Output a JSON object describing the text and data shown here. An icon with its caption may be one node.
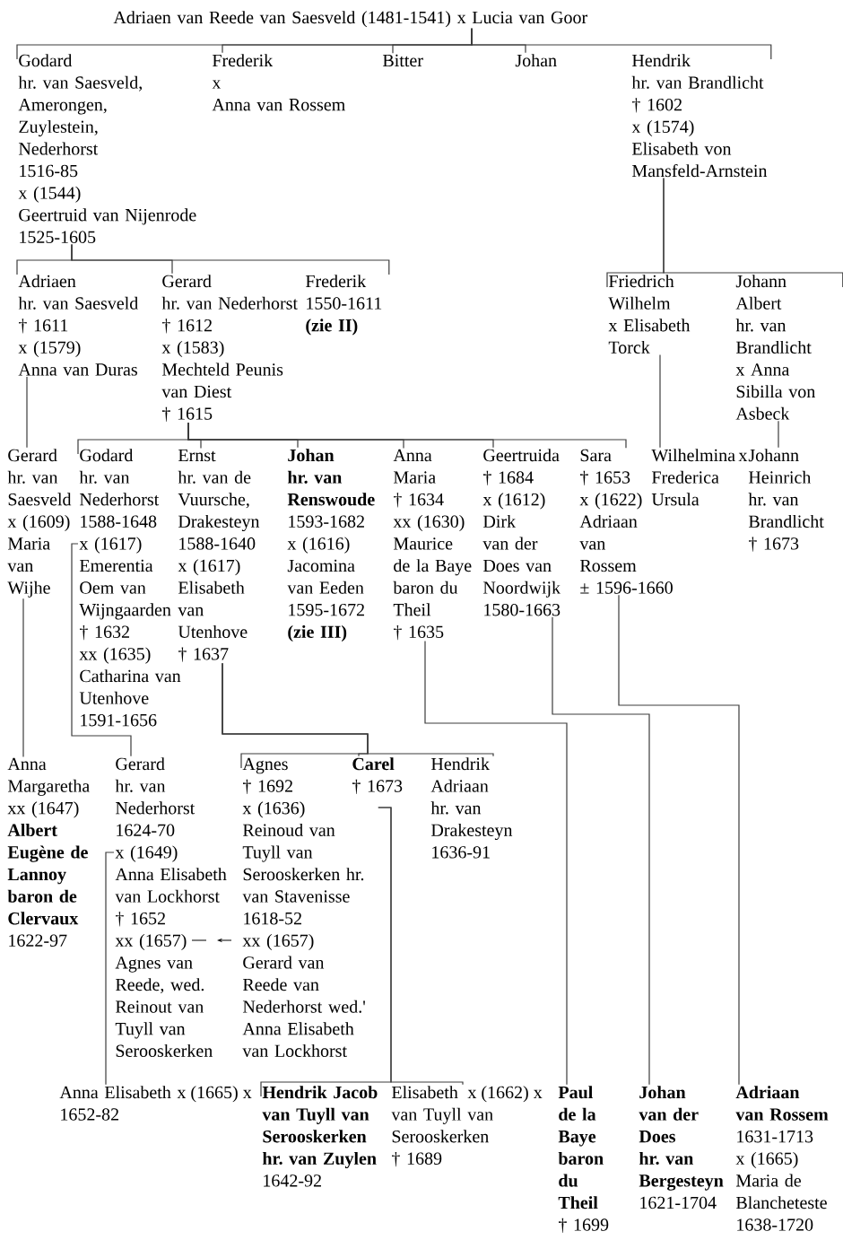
{
  "diagram": {
    "nodes": [
      {
        "text": [
          "Adriaen van Reede van Saesveld (1481-1541) x Lucia van Goor"
        ]
      },
      {
        "text": [
          "Godard",
          "hr. van Saesveld, Amerongen, Zuylestein, Nederhorst",
          "1516-85",
          "x (1544)",
          "Geertruid van Nijenrode",
          "1525-1605"
        ]
      },
      {
        "text": [
          "Frederik",
          "x",
          "Anna van Rossem"
        ]
      },
      {
        "text": [
          "Bitter"
        ]
      },
      {
        "text": [
          "Johan"
        ]
      },
      {
        "text": [
          "Hendrik",
          "hr. van Brandlicht",
          "† 1602",
          "x (1574)",
          "Elisabeth von Mansfeld-Arnstein"
        ]
      },
      {
        "text": [
          "Adriaen",
          "hr. van Saesveld",
          "† 1611",
          "x (1579)",
          "Anna van Duras"
        ]
      },
      {
        "text": [
          "Gerard",
          "hr. van Nederhorst",
          "† 1612",
          "x (1583)",
          "Mechteld Peunis van Diest",
          "† 1615"
        ]
      },
      {
        "text": [
          "Frederik",
          "1550-1611",
          "**(zie II)**"
        ]
      },
      {
        "text": [
          "Friedrich Wilhelm",
          "x Elisabeth Torck"
        ]
      },
      {
        "text": [
          "Johann Albert",
          "hr. van Brandlicht",
          "x Anna Sibilla von Asbeck"
        ]
      },
      {
        "text": [
          "Gerard",
          "hr. van Saesveld",
          "x (1609)",
          "Maria van Wijhe"
        ]
      },
      {
        "text": [
          "Godard",
          "hr. van Nederhorst",
          "1588-1648",
          "x (1617)",
          "Emerentia Oem van Wijngaarden",
          "† 1632",
          "xx (1635)",
          "Catharina van Utenhove",
          "1591-1656"
        ]
      },
      {
        "text": [
          "Ernst",
          "hr. van de Vuursche, Drakesteyn",
          "1588-1640",
          "x (1617)",
          "Elisabeth van Utenhove",
          "† 1637"
        ]
      },
      {
        "text": [
          "**Johan**",
          "**hr. van Renswoude**",
          "1593-1682",
          "x (1616)",
          "Jacomina van Eeden",
          "1595-1672",
          "**(zie III)**"
        ]
      },
      {
        "text": [
          "Anna Maria",
          "† 1634",
          "xx (1630)",
          "Maurice de la Baye baron du Theil",
          "† 1635"
        ]
      },
      {
        "text": [
          "Geertruida",
          "† 1684",
          "x (1612)",
          "Dirk van der Does van Noordwijk",
          "1580-1663"
        ]
      },
      {
        "text": [
          "Sara",
          "† 1653",
          "x (1622)",
          "Adriaan van Rossem",
          "± 1596-1660"
        ]
      },
      {
        "text": [
          "Wilhelmina Frederica Ursula"
        ]
      },
      {
        "text": [
          "Johann Heinrich",
          "hr. van Brandlicht",
          "† 1673"
        ]
      },
      {
        "text": [
          "Anna Margaretha",
          "xx (1647)",
          "**Albert Eugène de Lannoy baron de Clervaux**",
          "1622-97"
        ]
      },
      {
        "text": [
          "Gerard",
          "hr. van Nederhorst",
          "1624-70",
          "x (1649)",
          "Anna Elisabeth van Lockhorst",
          "† 1652",
          "xx (1657)",
          "Agnes van Reede, wed. Reinout van Tuyll van Serooskerken"
        ]
      },
      {
        "text": [
          "Agnes",
          "† 1692",
          "x (1636)",
          "Reinoud van Tuyll van Serooskerken hr. van Stavenisse",
          "1618-52",
          "xx (1657)",
          "Gerard van Reede van Nederhorst wed.' Anna Elisabeth van Lockhorst"
        ]
      },
      {
        "text": [
          "**Carel**",
          "† 1673"
        ]
      },
      {
        "text": [
          "Hendrik Adriaan",
          "hr. van Drakesteyn",
          "1636-91"
        ]
      },
      {
        "text": [
          "Anna Elisabeth",
          "1652-82"
        ]
      },
      {
        "text": [
          "**Hendrik Jacob van Tuyll van Serooskerken hr. van Zuylen**",
          "1642-92"
        ]
      },
      {
        "text": [
          "Elisabeth",
          "van Tuyll van Serooskerken",
          "† 1689"
        ]
      },
      {
        "text": [
          "**Paul de la Baye baron du Theil**",
          "† 1699"
        ]
      },
      {
        "text": [
          "**Johan van der Does**",
          "**hr. van Bergesteyn**",
          "1621-1704"
        ]
      },
      {
        "text": [
          "**Adriaan van Rossem**",
          "1631-1713",
          "x (1665)",
          "Maria de Blancheteste",
          "1638-1720"
        ]
      }
    ],
    "edges": [
      {
        "from": 0,
        "to": 1,
        "arrow": "none"
      },
      {
        "from": 0,
        "to": 2,
        "arrow": "none"
      },
      {
        "from": 0,
        "to": 3,
        "arrow": "none"
      },
      {
        "from": 0,
        "to": 4,
        "arrow": "none"
      },
      {
        "from": 0,
        "to": 5,
        "arrow": "none"
      },
      {
        "from": 1,
        "to": 6,
        "arrow": "none"
      },
      {
        "from": 1,
        "to": 7,
        "arrow": "none"
      },
      {
        "from": 1,
        "to": 8,
        "arrow": "none"
      },
      {
        "from": 5,
        "to": 9,
        "arrow": "none"
      },
      {
        "from": 5,
        "to": 10,
        "arrow": "none"
      },
      {
        "from": 6,
        "to": 11,
        "arrow": "none"
      },
      {
        "from": 7,
        "to": 12,
        "arrow": "none"
      },
      {
        "from": 7,
        "to": 13,
        "arrow": "none"
      },
      {
        "from": 7,
        "to": 14,
        "arrow": "none"
      },
      {
        "from": 7,
        "to": 15,
        "arrow": "none"
      },
      {
        "from": 7,
        "to": 16,
        "arrow": "none"
      },
      {
        "from": 7,
        "to": 17,
        "arrow": "none"
      },
      {
        "from": 9,
        "to": 18,
        "arrow": "none"
      },
      {
        "from": 10,
        "to": 19,
        "arrow": "none"
      },
      {
        "from": 11,
        "to": 20,
        "arrow": "none"
      },
      {
        "from": 12,
        "to": 21,
        "arrow": "none"
      },
      {
        "from": 13,
        "to": 22,
        "arrow": "none"
      },
      {
        "from": 13,
        "to": 23,
        "arrow": "none"
      },
      {
        "from": 13,
        "to": 24,
        "arrow": "none"
      },
      {
        "from": 15,
        "to": 28,
        "arrow": "none"
      },
      {
        "from": 16,
        "to": 29,
        "arrow": "none"
      },
      {
        "from": 17,
        "to": 30,
        "arrow": "none"
      },
      {
        "from": 21,
        "to": 25,
        "arrow": "none"
      },
      {
        "from": 22,
        "to": 26,
        "arrow": "none"
      },
      {
        "from": 22,
        "to": 27,
        "arrow": "none"
      }
    ],
    "labels": [
      "x",
      "x (1665) x",
      "x (1662) x"
    ]
  }
}
